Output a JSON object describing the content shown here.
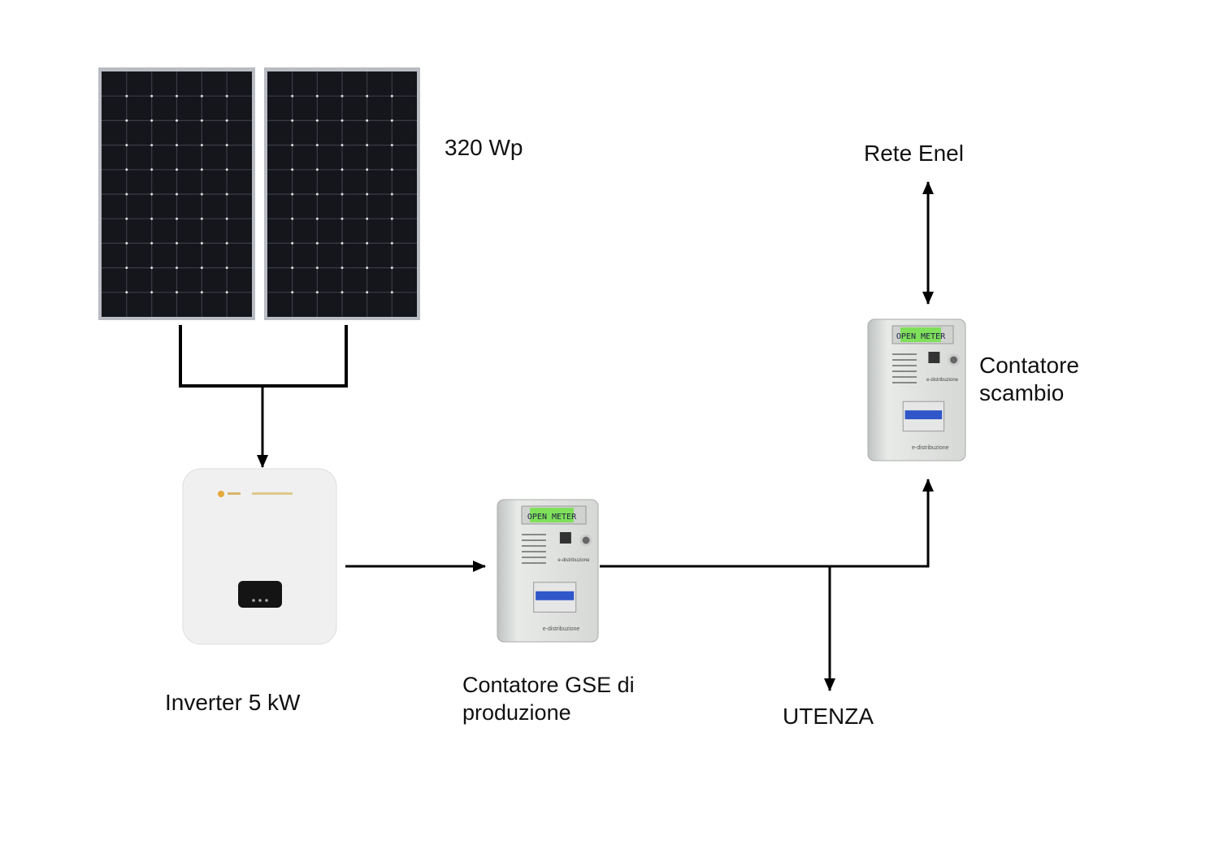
{
  "labels": {
    "panel_power": "320 Wp",
    "grid": "Rete Enel",
    "exchange_meter_line1": "Contatore",
    "exchange_meter_line2": "scambio",
    "inverter": "Inverter 5 kW",
    "production_meter_line1": "Contatore GSE di",
    "production_meter_line2": "produzione",
    "load": "UTENZA"
  },
  "meter": {
    "display_text": "OPEN METER",
    "brand": "e-distribuzione"
  },
  "colors": {
    "line": "#000000",
    "panel": "#15161c",
    "panel_frame": "#b9bcc2",
    "meter_display": "#7fe05a",
    "breaker": "#2f57c9"
  }
}
